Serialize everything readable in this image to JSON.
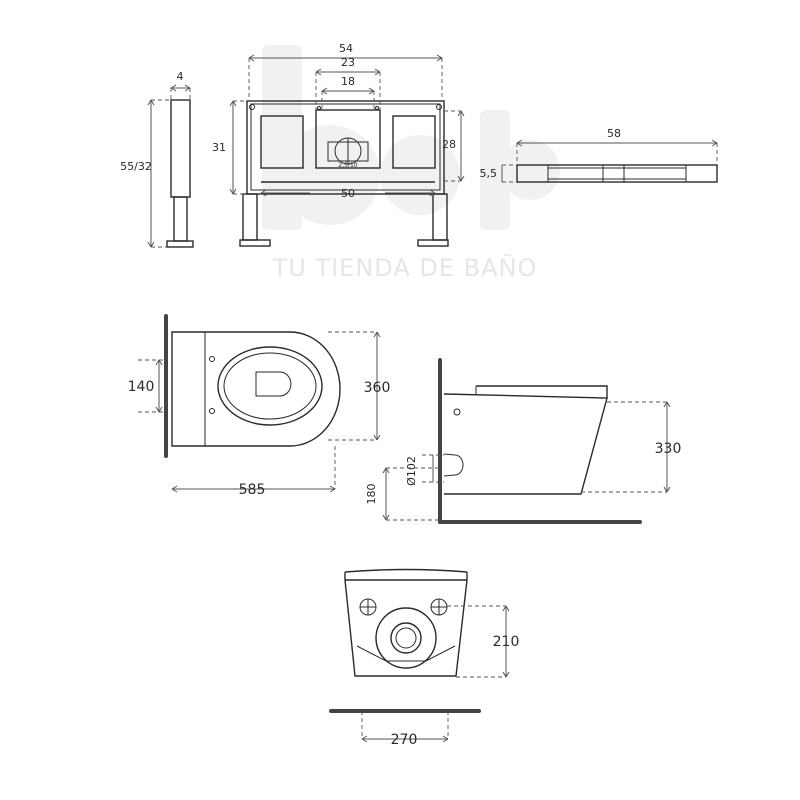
{
  "watermark": {
    "tagline": "TU TIENDA DE BAÑO"
  },
  "frame": {
    "side_width": "4",
    "side_height": "55/32",
    "front_total_width": "54",
    "front_inner_width": "23",
    "front_plate_width": "18",
    "front_height_left": "31",
    "front_height_right": "28",
    "front_base_width": "50",
    "plate_marking": "2,5/10",
    "top_depth": "58",
    "top_thickness": "5,5"
  },
  "toilet_top": {
    "fixing_spacing": "140",
    "width": "360",
    "length": "585"
  },
  "toilet_side": {
    "height": "330",
    "outlet_diameter": "Ø102",
    "outlet_height": "180"
  },
  "toilet_back": {
    "height": "210",
    "width": "270"
  }
}
